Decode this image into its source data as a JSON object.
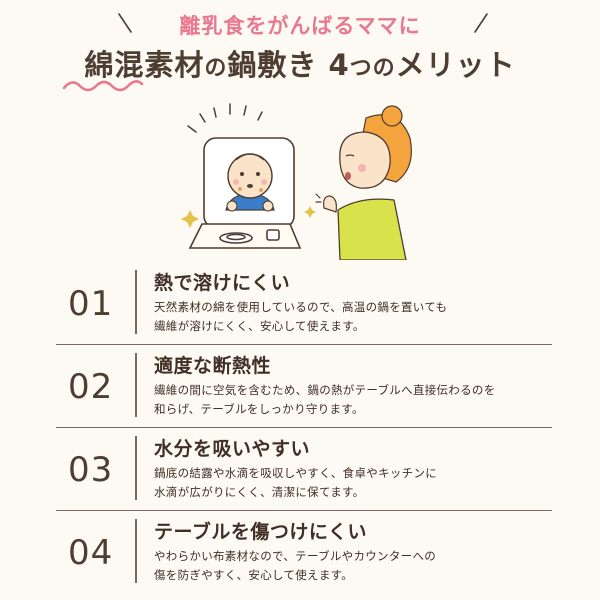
{
  "header": {
    "subtitle": "離乳食をがんばるママに",
    "title_main": "綿混素材",
    "title_particle1": "の",
    "title_mid": "鍋敷き",
    "title_num": "4",
    "title_particle2": "つの",
    "title_end": "メリット"
  },
  "features": [
    {
      "number": "01",
      "title": "熱で溶けにくい",
      "line1": "天然素材の綿を使用しているので、高温の鍋を置いても",
      "line2": "繊維が溶けにくく、安心して使えます。"
    },
    {
      "number": "02",
      "title": "適度な断熱性",
      "line1": "繊維の間に空気を含むため、鍋の熱がテーブルへ直接伝わるのを",
      "line2": "和らげ、テーブルをしっかり守ります。"
    },
    {
      "number": "03",
      "title": "水分を吸いやすい",
      "line1": "鍋底の結露や水滴を吸収しやすく、食卓やキッチンに",
      "line2": "水滴が広がりにくく、清潔に保てます。"
    },
    {
      "number": "04",
      "title": "テーブルを傷つけにくい",
      "line1": "やわらかい布素材なので、テーブルやカウンターへの",
      "line2": "傷を防ぎやすく、安心して使えます。"
    }
  ],
  "colors": {
    "accent_pink": "#e8798f",
    "text_brown": "#4e3d31",
    "background": "#fdf9f3"
  },
  "icons": [
    "baby-in-highchair-illustration",
    "mother-illustration",
    "sparkle-icon"
  ]
}
